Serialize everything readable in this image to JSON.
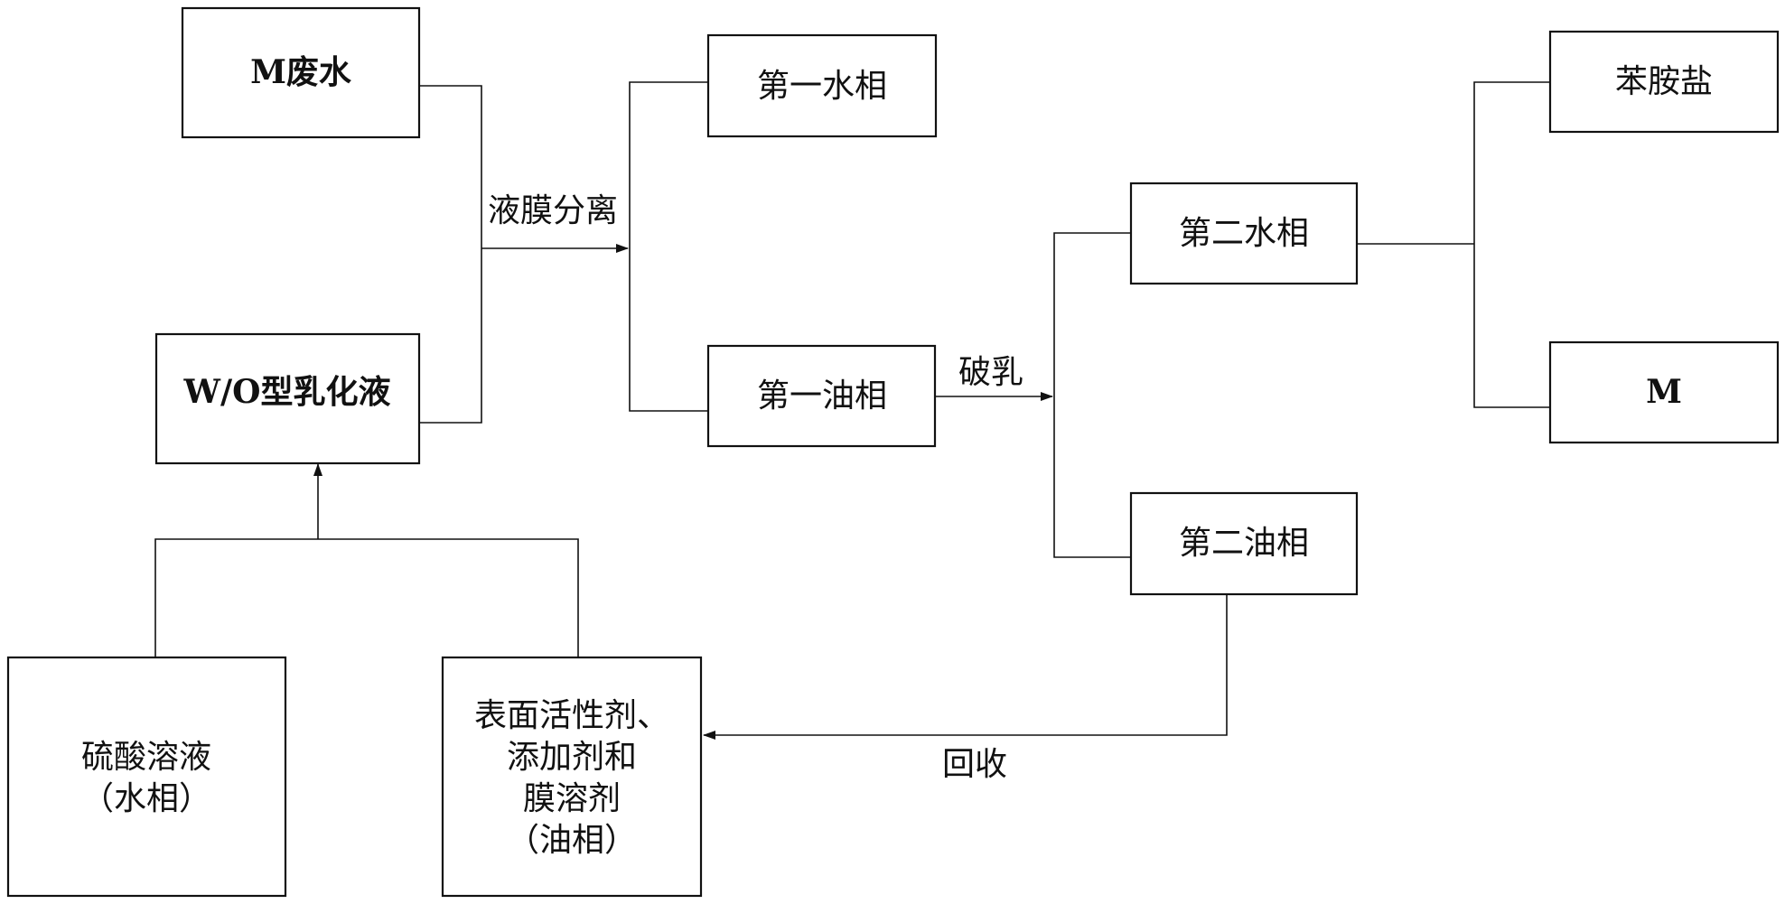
{
  "nodes": {
    "m_wastewater": "M废水",
    "wo_emulsion": "W/O型乳化液",
    "first_water_phase": "第一水相",
    "first_oil_phase": "第一油相",
    "second_water_phase": "第二水相",
    "second_oil_phase": "第二油相",
    "aniline_salt": "苯胺盐",
    "m_product": "M",
    "sulfuric_acid": [
      "硫酸溶液",
      "（水相）"
    ],
    "surfactant_mix": [
      "表面活性剂、",
      "添加剂和",
      "膜溶剂",
      "（油相）"
    ]
  },
  "edges": {
    "liquid_membrane_separation": "液膜分离",
    "demulsification": "破乳",
    "recovery": "回收"
  },
  "colors": {
    "line": "#111111",
    "box_fill": "#ffffff",
    "background": "#ffffff"
  }
}
